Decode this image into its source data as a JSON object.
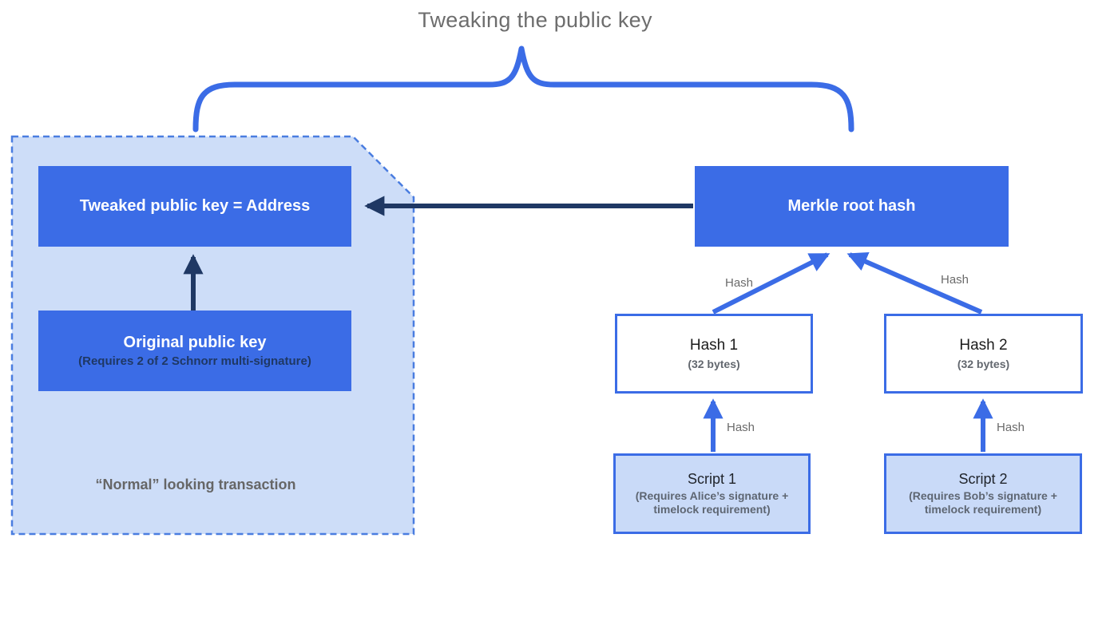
{
  "title": "Tweaking the public key",
  "caption": "“Normal” looking transaction",
  "boxes": {
    "tweaked": {
      "label": "Tweaked public key = Address"
    },
    "original": {
      "title": "Original public key",
      "subtitle": "(Requires 2 of 2 Schnorr multi-signature)"
    },
    "merkle": {
      "label": "Merkle root hash"
    },
    "hash1": {
      "title": "Hash 1",
      "subtitle": "(32 bytes)"
    },
    "hash2": {
      "title": "Hash 2",
      "subtitle": "(32 bytes)"
    },
    "script1": {
      "title": "Script 1",
      "subtitle": "(Requires Alice’s signature + timelock requirement)"
    },
    "script2": {
      "title": "Script 2",
      "subtitle": "(Requires Bob’s signature + timelock requirement)"
    }
  },
  "arrow_labels": {
    "hash1_to_merkle": "Hash",
    "hash2_to_merkle": "Hash",
    "script1_to_hash1": "Hash",
    "script2_to_hash2": "Hash"
  },
  "colors": {
    "blue": "#3b6ce6",
    "light_blue": "#c9daf8",
    "navy": "#1f3864",
    "gray_text": "#6b6b6b"
  }
}
